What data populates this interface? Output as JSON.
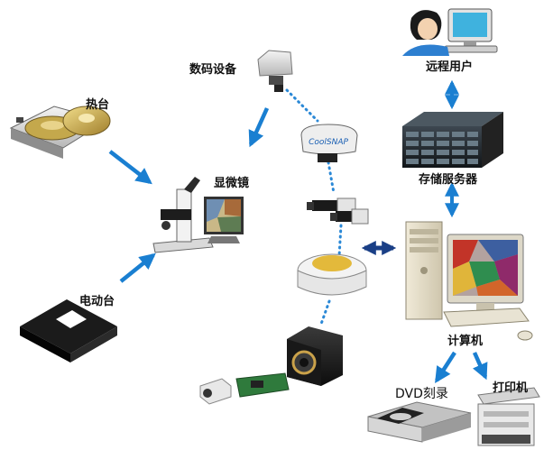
{
  "labels": {
    "remote_user": "远程用户",
    "digital_device": "数码设备",
    "hot_stage": "热台",
    "microscope": "显微镜",
    "storage_server": "存储服务器",
    "motorized_stage": "电动台",
    "computer": "计算机",
    "dvd_burner": "DVD刻录",
    "printer": "打印机"
  },
  "camera_logos": {
    "coolsnap": "CoolSNAP"
  },
  "colors": {
    "arrow": "#1a7fd1",
    "dotted_link": "#2a88d6",
    "double_arrow": "#1a3f86"
  }
}
